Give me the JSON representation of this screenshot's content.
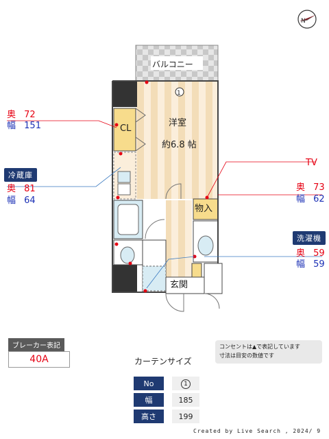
{
  "rooms": {
    "balcony": "バルコニー",
    "western_room": "洋室",
    "area": "約6.8 帖",
    "closet": "CL",
    "storage": "物入",
    "entrance": "玄関",
    "window_no": "1"
  },
  "closet_dims": {
    "depth_key": "奥",
    "depth": "72",
    "width_key": "幅",
    "width": "151"
  },
  "fridge": {
    "label": "冷蔵庫",
    "depth_key": "奥",
    "depth": "81",
    "width_key": "幅",
    "width": "64"
  },
  "tv": {
    "label": "TV"
  },
  "storage_dims": {
    "depth_key": "奥",
    "depth": "73",
    "width_key": "幅",
    "width": "62"
  },
  "washer": {
    "label": "洗濯機",
    "depth_key": "奥",
    "depth": "59",
    "width_key": "幅",
    "width": "59"
  },
  "breaker": {
    "label": "ブレーカー表記",
    "value": "40A"
  },
  "notes": {
    "line1": "コンセントは▲で表記しています",
    "line2": "寸法は目安の数値です"
  },
  "curtain": {
    "title": "カーテンサイズ",
    "rows": [
      {
        "header": "No",
        "value": "1"
      },
      {
        "header": "幅",
        "value": "185"
      },
      {
        "header": "高さ",
        "value": "199"
      }
    ]
  },
  "footer": "Created by Live Search , 2024/ 9",
  "colors": {
    "navy": "#1f3a72",
    "red": "#e60012",
    "blue": "#1a2fb5",
    "floor_stripe": "#f1d9b5",
    "closet_yellow": "#f7dc8c",
    "bath_blue": "#d8ecf4",
    "wall_black": "#333333"
  },
  "icons": {
    "compass": "compass-icon",
    "outlet": "outlet-dot-icon"
  }
}
